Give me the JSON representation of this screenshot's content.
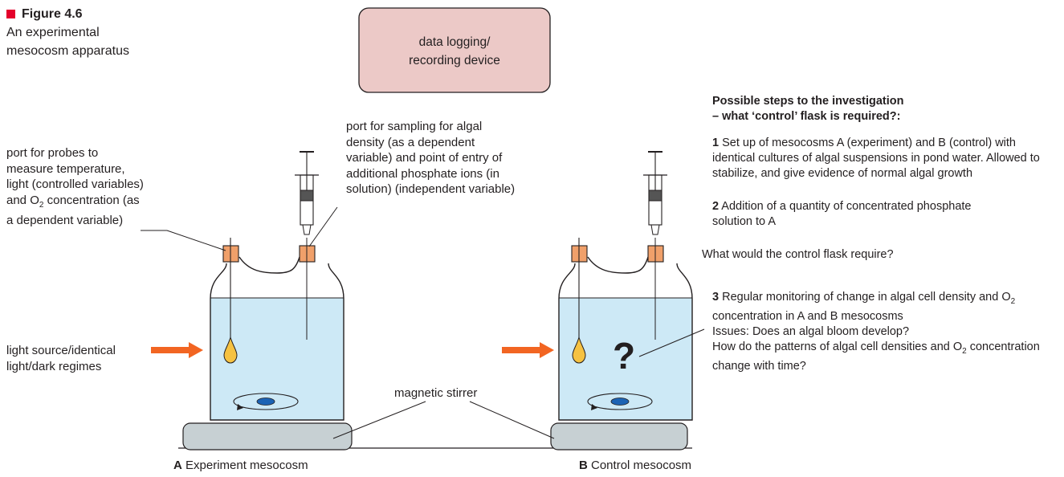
{
  "figure": {
    "number": "Figure 4.6",
    "caption_line1": "An experimental",
    "caption_line2": "mesocosm apparatus"
  },
  "device": {
    "line1": "data logging/",
    "line2": "recording device"
  },
  "labels": {
    "probe_port": [
      "port for probes to",
      "measure temperature,",
      "light (controlled variables)"
    ],
    "probe_port_o2_pre": "and O",
    "probe_port_o2_sub": "2",
    "probe_port_o2_post": " concentration (as",
    "probe_port_last": "a dependent variable)",
    "sampling_port": [
      "port for sampling for algal",
      "density (as a dependent",
      "variable) and point of entry of",
      "additional phosphate ions (in",
      "solution) (independent variable)"
    ],
    "light_source": [
      "light source/identical",
      "light/dark regimes"
    ],
    "stirrer": "magnetic stirrer",
    "question_mark": "?",
    "flask_a_letter": "A",
    "flask_a_name": " Experiment mesocosm",
    "flask_b_letter": "B",
    "flask_b_name": " Control mesocosm"
  },
  "steps": {
    "heading_line1": "Possible steps to the investigation",
    "heading_line2": "– what ‘control’ flask is required?:",
    "step1_num": "1",
    "step1_text": " Set up of mesocosms A (experiment) and B (control) with identical cultures of algal suspensions in pond water. Allowed to stabilize, and give evidence of normal algal growth",
    "step2_num": "2",
    "step2_text": " Addition of a quantity of concentrated phosphate solution to A",
    "question": "What would the control flask require?",
    "step3_num": "3",
    "step3_text_a": " Regular monitoring of change in algal cell density and O",
    "step3_sub": "2",
    "step3_text_b": " concentration in A and B mesocosms",
    "issues_line1": "Issues: Does an algal bloom develop?",
    "issues_line2_a": "How do the patterns of algal cell densities and O",
    "issues_sub": "2",
    "issues_line2_b": " concentration change with time?"
  },
  "colors": {
    "water": "#cde9f6",
    "device_fill": "#ecc9c7",
    "stopper": "#f0a06a",
    "probe": "#f6c242",
    "arrow": "#f26522",
    "stirrer_base": "#c7d0d3",
    "stir_bar": "#1c63b4",
    "accent_square": "#e4002b"
  }
}
